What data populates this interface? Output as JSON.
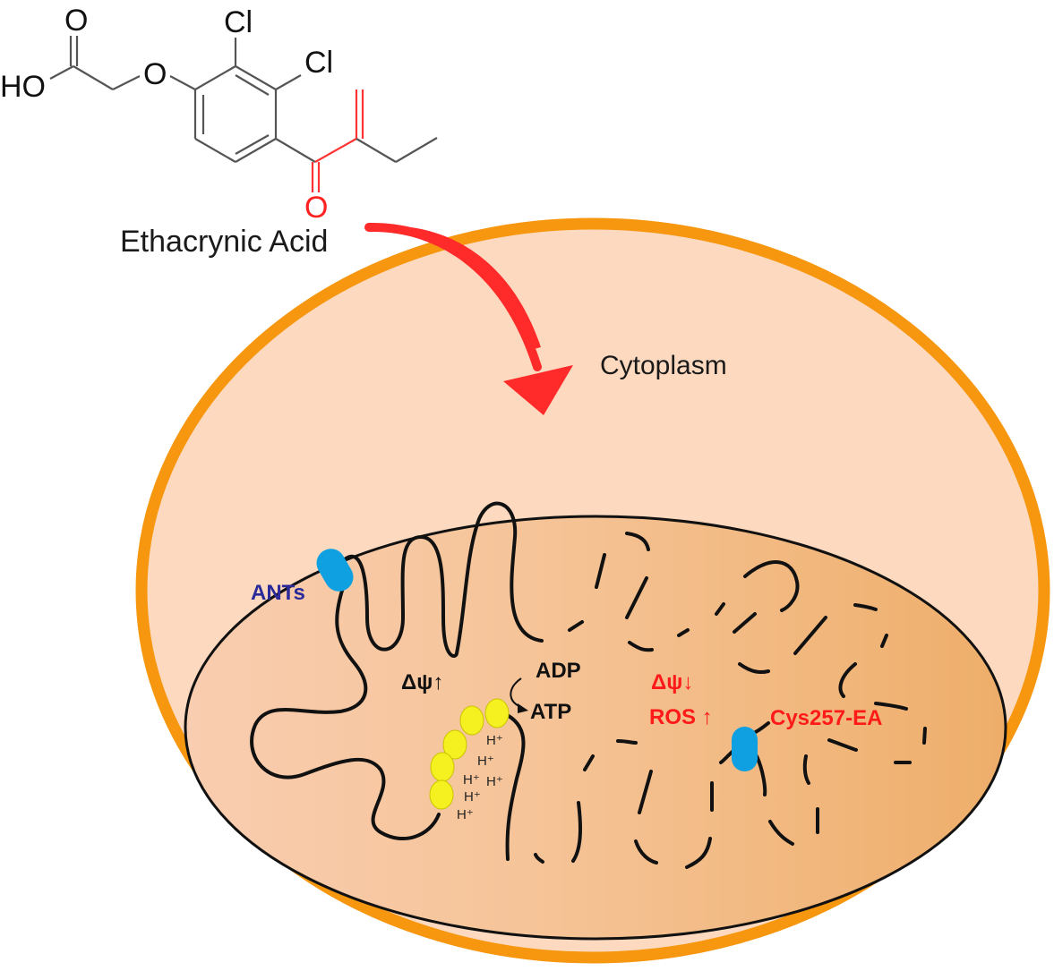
{
  "molecule": {
    "name": "Ethacrynic Acid",
    "atoms": {
      "carbonyl_O": "O",
      "hydroxyl": "HO",
      "ether_O": "O",
      "chlorine_1": "Cl",
      "chlorine_2": "Cl",
      "ketone_O": "O"
    },
    "highlight_color": "#ff2020"
  },
  "cell": {
    "compartment_label": "Cytoplasm",
    "membrane_color": "#f7960f",
    "fill_color": "#fdd9bf"
  },
  "mitochondrion": {
    "healthy": {
      "potential_label": "Δψ↑",
      "transporter_label": "ANTs",
      "adp_label": "ADP",
      "atp_label": "ATP",
      "proton_labels": [
        "H⁺",
        "H⁺",
        "H⁺",
        "H⁺",
        "H⁺",
        "H⁺"
      ]
    },
    "damaged": {
      "potential_label": "Δψ↓",
      "ros_label": "ROS ↑",
      "adduct_label": "Cys257-EA"
    },
    "colors": {
      "transporter": "#0ea0e0",
      "atp_synthase": "#f5f020",
      "damage_text": "#ff1a1a",
      "ant_text": "#2a2a9a"
    }
  },
  "arrow": {
    "description": "entry-arrow",
    "color": "#ff2a2a"
  }
}
